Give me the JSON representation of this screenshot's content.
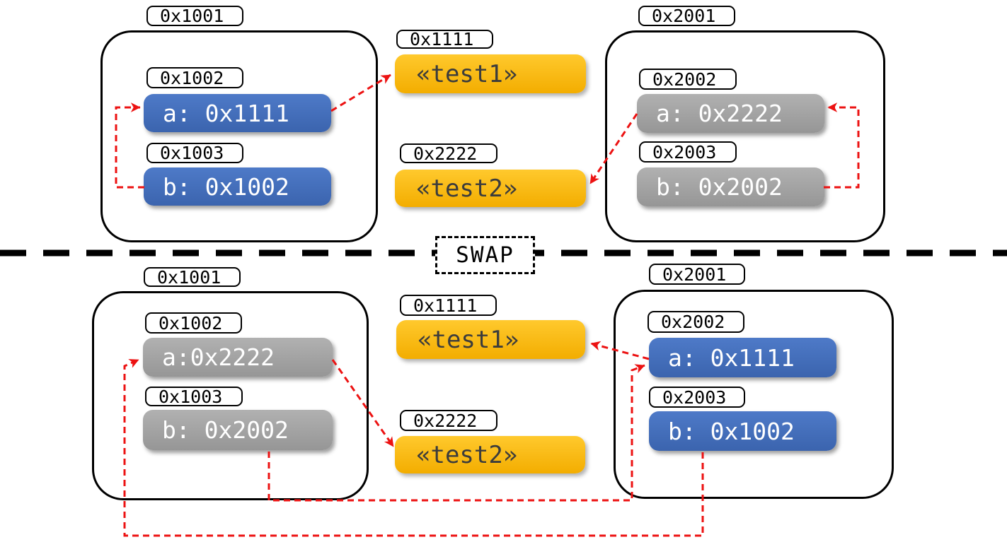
{
  "palette": {
    "blue": "#3b64ae",
    "blue_light": "#4e7ac8",
    "gray": "#969696",
    "gray_light": "#b1b1b1",
    "gold": "#f3ad00",
    "gold_light": "#ffc92d",
    "red": "#ec1212",
    "black": "#000000"
  },
  "swap_label": "SWAP",
  "top": {
    "left_frame": {
      "addr": "0x1001",
      "slot_a": {
        "addr": "0x1002",
        "value": "a: 0x1111"
      },
      "slot_b": {
        "addr": "0x1003",
        "value": "b: 0x1002"
      }
    },
    "heap": {
      "obj1": {
        "addr": "0x1111",
        "value": "«test1»"
      },
      "obj2": {
        "addr": "0x2222",
        "value": "«test2»"
      }
    },
    "right_frame": {
      "addr": "0x2001",
      "slot_a": {
        "addr": "0x2002",
        "value": "a: 0x2222"
      },
      "slot_b": {
        "addr": "0x2003",
        "value": "b: 0x2002"
      }
    }
  },
  "bottom": {
    "left_frame": {
      "addr": "0x1001",
      "slot_a": {
        "addr": "0x1002",
        "value": "a:0x2222"
      },
      "slot_b": {
        "addr": "0x1003",
        "value": "b: 0x2002"
      }
    },
    "heap": {
      "obj1": {
        "addr": "0x1111",
        "value": "«test1»"
      },
      "obj2": {
        "addr": "0x2222",
        "value": "«test2»"
      }
    },
    "right_frame": {
      "addr": "0x2001",
      "slot_a": {
        "addr": "0x2002",
        "value": "a: 0x1111"
      },
      "slot_b": {
        "addr": "0x2003",
        "value": "b: 0x1002"
      }
    }
  }
}
